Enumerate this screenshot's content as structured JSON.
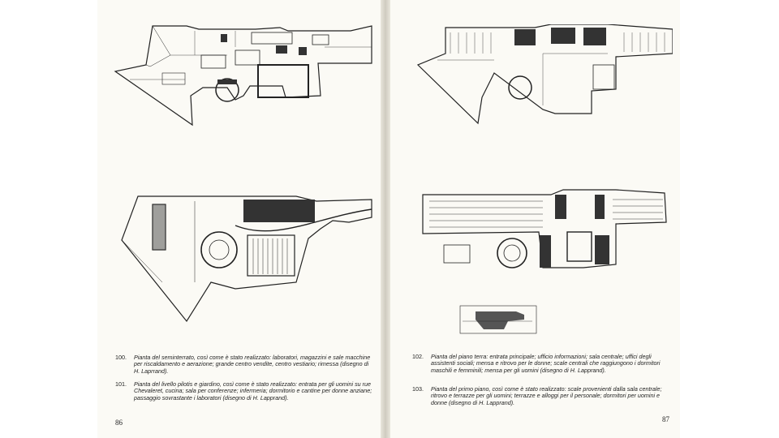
{
  "left_page": {
    "page_number": "86",
    "captions": [
      {
        "number": "100.",
        "text": "Pianta del seminterrato, così come è stato realizzato: laboratori, magazzini e sale macchine per riscaldamento e aerazione; grande centro vendite, centro vestiario; rimessa (disegno di H. Laprrand)."
      },
      {
        "number": "101.",
        "text": "Pianta del livello pilotis e giardino, così come è stato realizzato: entrata per gli uomini su rue Chevaleret, cucina; sala per conferenze; infermeria; dormitorio e cantine per donne anziane; passaggio sovrastante i laboratori (disegno di H. Lapprand)."
      }
    ]
  },
  "right_page": {
    "page_number": "87",
    "captions": [
      {
        "number": "102.",
        "text": "Pianta del piano terra: entrata principale; ufficio informazioni; sala centrale; uffici degli assistenti sociali; mensa e ritrovo per le donne; scale centrali che raggiungono i dormitori maschili e femminili; mensa per gli uomini (disegno di H. Lapprand)."
      },
      {
        "number": "103.",
        "text": "Pianta del primo piano, così come è stato realizzato: scale provenienti dalla sala centrale; ritrovo e terrazze per gli uomini; terrazze e alloggi per il personale; dormitori per uomini e donne (disegno di H. Lapprand)."
      }
    ]
  },
  "colors": {
    "paper": "#fbfaf5",
    "ink": "#222222",
    "background": "#ffffff"
  }
}
